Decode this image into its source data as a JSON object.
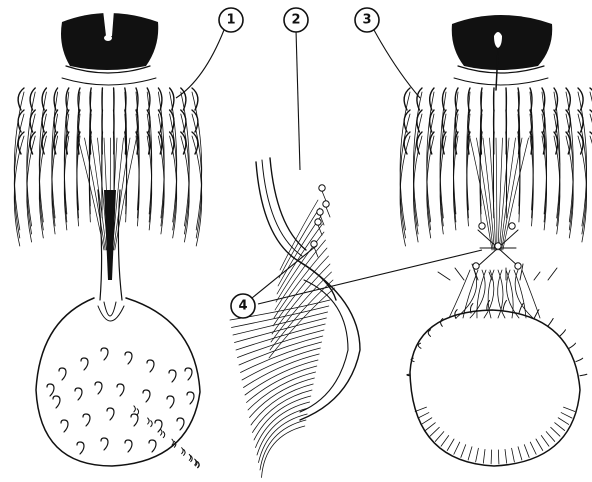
{
  "labels": [
    {
      "id": "1",
      "text": "1"
    },
    {
      "id": "2",
      "text": "2"
    },
    {
      "id": "3",
      "text": "3"
    },
    {
      "id": "4",
      "text": "4"
    }
  ],
  "colors": {
    "ink": "#111111",
    "paper": "#ffffff"
  }
}
